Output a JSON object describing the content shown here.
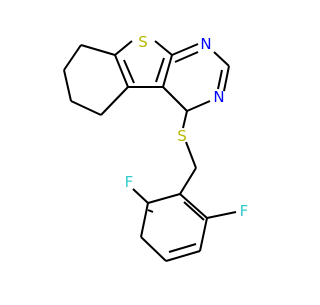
{
  "molecule": {
    "atoms": [
      {
        "id": "S1",
        "symbol": "S",
        "color": "#B8B800"
      },
      {
        "id": "N1",
        "symbol": "N",
        "color": "#0000FF"
      },
      {
        "id": "N2",
        "symbol": "N",
        "color": "#0000FF"
      },
      {
        "id": "S2",
        "symbol": "S",
        "color": "#B8B800"
      },
      {
        "id": "F1",
        "symbol": "F",
        "color": "#33CCCC"
      },
      {
        "id": "F2",
        "symbol": "F",
        "color": "#33CCCC"
      }
    ],
    "bond_color": "#000000",
    "background": "#FFFFFF"
  }
}
